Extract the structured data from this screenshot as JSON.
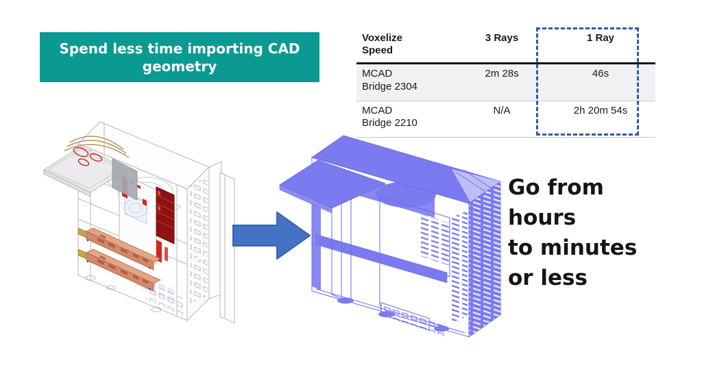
{
  "banner": {
    "text": "Spend less time importing CAD geometry",
    "bg_color": "#0b9a92",
    "text_color": "#ffffff"
  },
  "table": {
    "columns": [
      "Voxelize Speed",
      "3 Rays",
      "1 Ray"
    ],
    "rows": [
      {
        "name": "MCAD Bridge 2304",
        "three_rays": "2m 28s",
        "one_ray": "46s"
      },
      {
        "name": "MCAD Bridge 2210",
        "three_rays": "N/A",
        "one_ray": "2h 20m 54s"
      }
    ],
    "row_shade_color": "#f1f1f3",
    "highlight": {
      "column": "1 Ray",
      "style": "dashed",
      "border_color": "#2e5aa8"
    }
  },
  "callout": {
    "lines": [
      "Go from",
      "hours",
      "to minutes",
      "or less"
    ],
    "text_color": "#151515"
  },
  "figures": {
    "before": {
      "description": "CAD wireframe of workstation chassis with red highlighted boards",
      "frame_color": "#b7b7bf",
      "accent_red": "#d0281c",
      "card_color": "#d28a6b",
      "tube_color": "#b08844"
    },
    "arrow": {
      "color": "#4472c4"
    },
    "after": {
      "description": "Voxelized wireframe of the same chassis",
      "color": "#7b7bef"
    }
  }
}
